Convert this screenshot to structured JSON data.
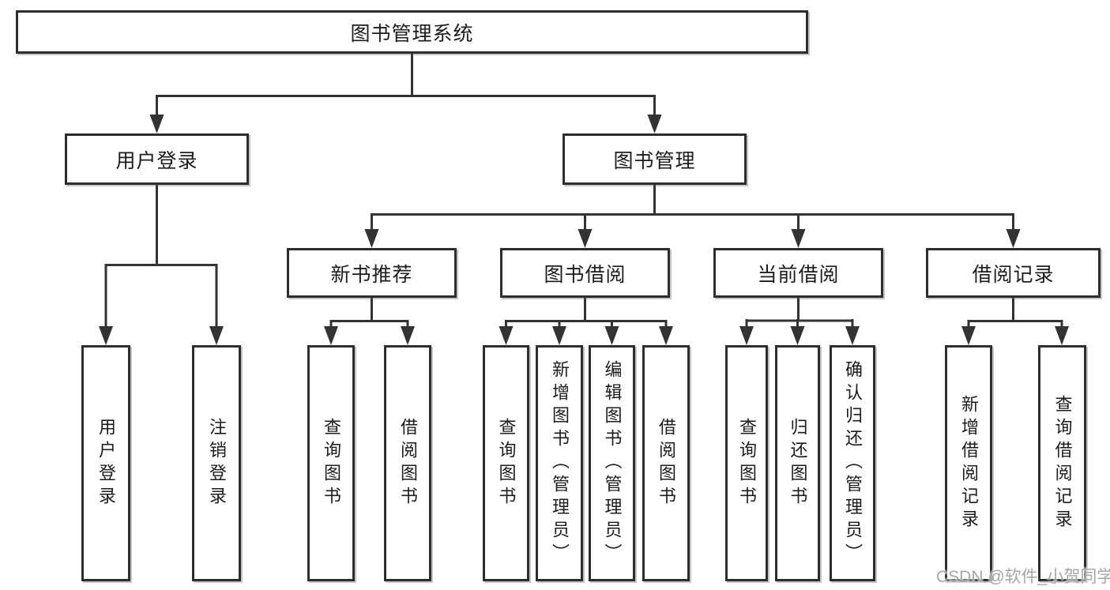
{
  "colors": {
    "line": "#333333",
    "box_border": "#2d2d2d",
    "box_fill": "#ffffff",
    "text": "#1c1c1c",
    "watermark": "#a6a6a6"
  },
  "watermark": {
    "text": "CSDN @软件_小贺同学"
  },
  "tree": {
    "label": "图书管理系统",
    "children": [
      {
        "label": "用户登录",
        "children": [
          {
            "label": "用户登录"
          },
          {
            "label": "注销登录"
          }
        ]
      },
      {
        "label": "图书管理",
        "children": [
          {
            "label": "新书推荐",
            "children": [
              {
                "label": "查询图书"
              },
              {
                "label": "借阅图书"
              }
            ]
          },
          {
            "label": "图书借阅",
            "children": [
              {
                "label": "查询图书"
              },
              {
                "label": "新增图书（管理员）"
              },
              {
                "label": "编辑图书（管理员）"
              },
              {
                "label": "借阅图书"
              }
            ]
          },
          {
            "label": "当前借阅",
            "children": [
              {
                "label": "查询图书"
              },
              {
                "label": "归还图书"
              },
              {
                "label": "确认归还（管理员）"
              }
            ]
          },
          {
            "label": "借阅记录",
            "children": [
              {
                "label": "新增借阅记录"
              },
              {
                "label": "查询借阅记录"
              }
            ]
          }
        ]
      }
    ]
  }
}
